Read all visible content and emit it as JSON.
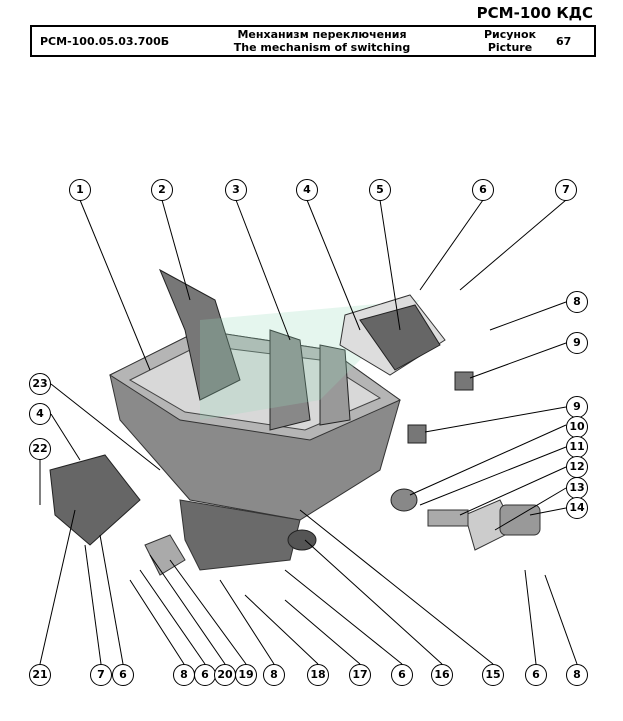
{
  "brand": "РСМ-100 КДС",
  "header": {
    "code": "РСМ-100.05.03.700Б",
    "title_ru": "Менханизм переключения",
    "title_en": "The mechanism of switching",
    "picture_ru": "Рисунок",
    "picture_en": "Picture",
    "number": "67"
  },
  "callouts": [
    "1",
    "2",
    "3",
    "4",
    "5",
    "6",
    "7",
    "8",
    "9",
    "9",
    "10",
    "11",
    "12",
    "13",
    "14",
    "23",
    "4",
    "22",
    "21",
    "7",
    "6",
    "8",
    "6",
    "20",
    "19",
    "8",
    "18",
    "17",
    "6",
    "16",
    "15",
    "6",
    "8"
  ]
}
